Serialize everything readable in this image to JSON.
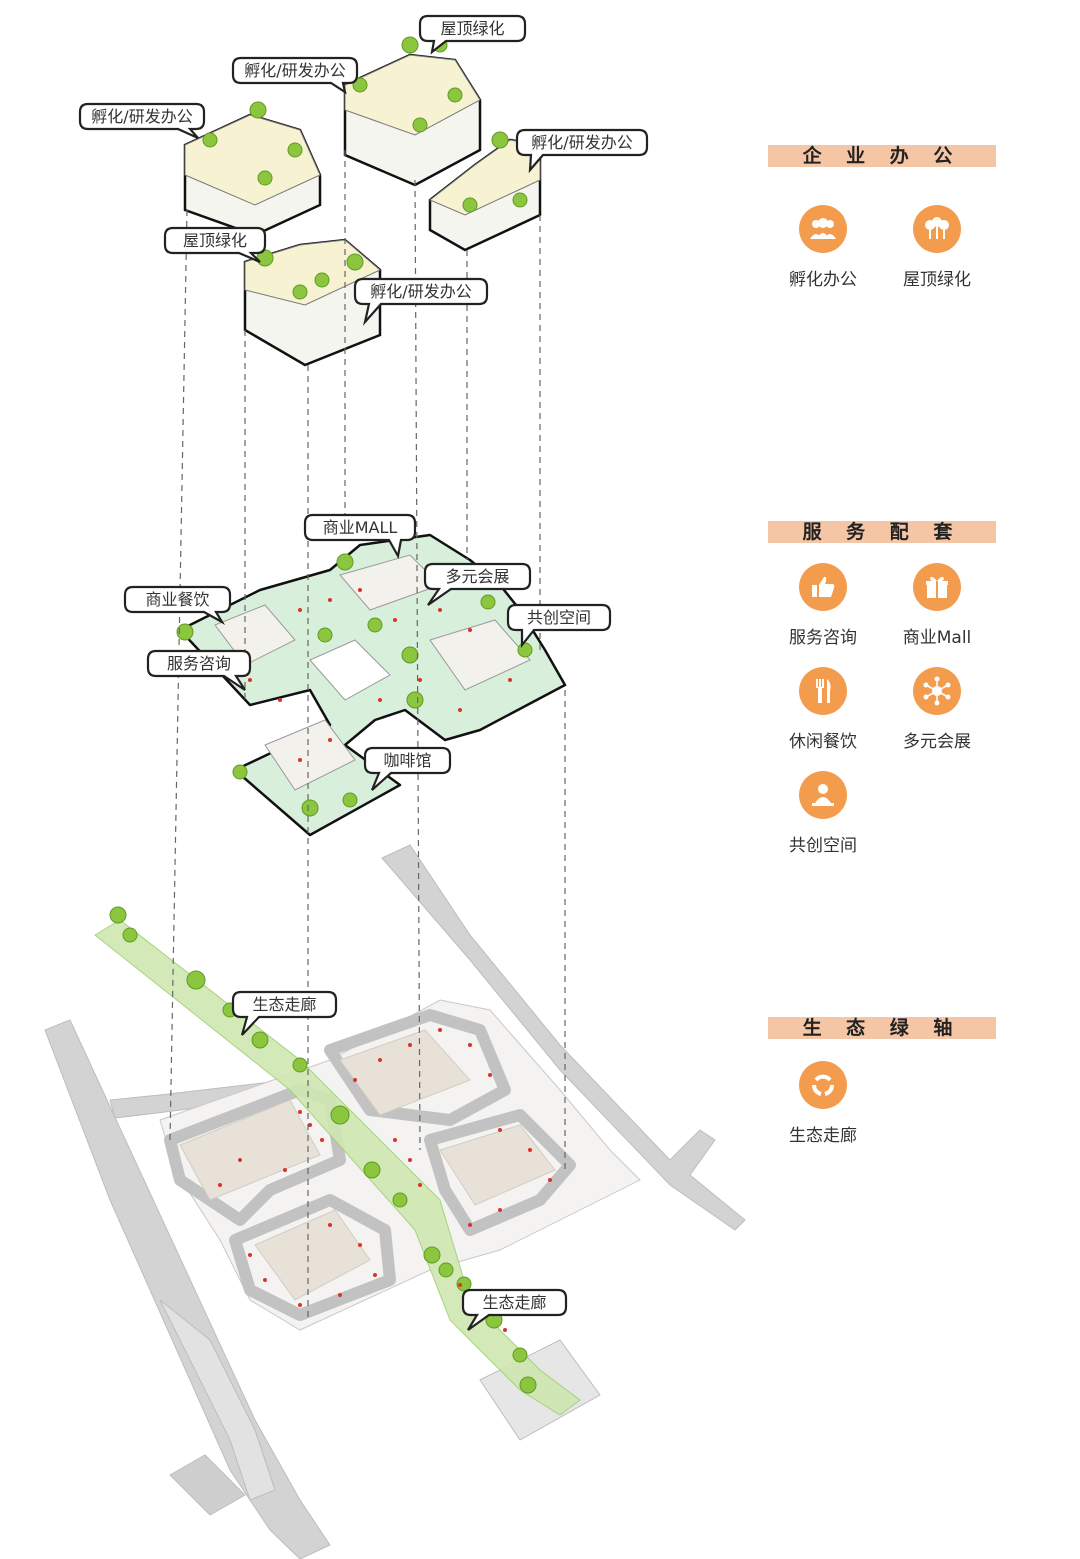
{
  "colors": {
    "accent": "#f39c4e",
    "legend_header_bg": "#f5c6a5",
    "roof_green": "#8cc63f",
    "ground_green": "#cde8c6",
    "person_red": "#d9342b",
    "road_gray": "#d0d0d0"
  },
  "top_layer": {
    "callouts": [
      "孵化/研发办公",
      "孵化/研发办公",
      "屋顶绿化",
      "孵化/研发办公",
      "屋顶绿化",
      "孵化/研发办公"
    ]
  },
  "middle_layer": {
    "callouts": [
      "商业MALL",
      "多元会展",
      "商业餐饮",
      "共创空间",
      "服务咨询",
      "咖啡馆"
    ]
  },
  "bottom_layer": {
    "callouts": [
      "生态走廊",
      "生态走廊"
    ]
  },
  "legend": [
    {
      "header": "企 业 办 公",
      "items": [
        {
          "label": "孵化办公",
          "icon": "people-icon"
        },
        {
          "label": "屋顶绿化",
          "icon": "trees-icon"
        }
      ]
    },
    {
      "header": "服 务 配 套",
      "items": [
        {
          "label": "服务咨询",
          "icon": "thumbs-up-icon"
        },
        {
          "label": "商业Mall",
          "icon": "gift-icon"
        },
        {
          "label": "休闲餐饮",
          "icon": "cutlery-icon"
        },
        {
          "label": "多元会展",
          "icon": "network-icon"
        },
        {
          "label": "共创空间",
          "icon": "person-desk-icon"
        }
      ]
    },
    {
      "header": "生 态 绿 轴",
      "items": [
        {
          "label": "生态走廊",
          "icon": "cycle-icon"
        }
      ]
    }
  ]
}
